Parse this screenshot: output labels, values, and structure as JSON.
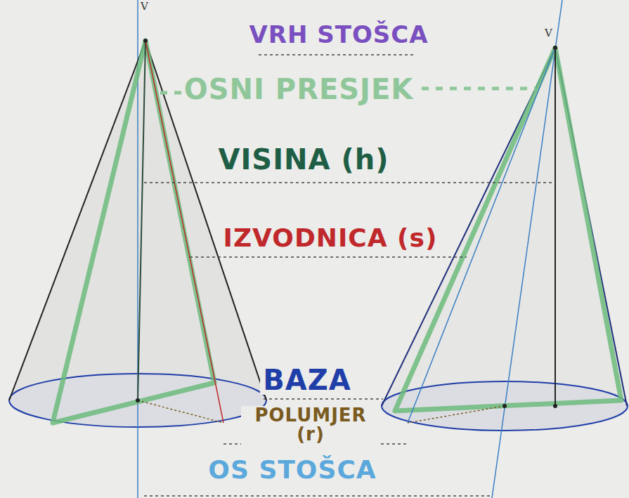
{
  "diagram": {
    "labels": [
      "V",
      "V",
      "VRH STOŠCA",
      "OSNI PRESJEK",
      "VISINA (h)",
      "IZVODNICA (s)",
      "BAZA",
      "POLUMJER (r)",
      "OS STOŠCA"
    ]
  }
}
